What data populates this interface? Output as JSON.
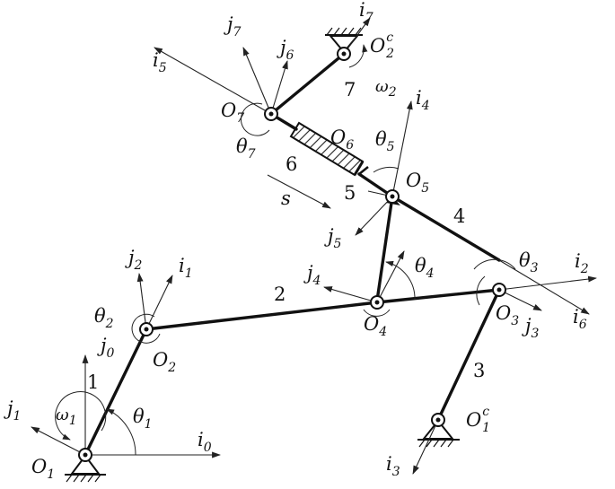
{
  "figure": {
    "labels": {
      "O1": {
        "base": "O",
        "sub": "1"
      },
      "O2": {
        "base": "O",
        "sub": "2"
      },
      "O3": {
        "base": "O",
        "sub": "3"
      },
      "O4": {
        "base": "O",
        "sub": "4"
      },
      "O5": {
        "base": "O",
        "sub": "5"
      },
      "O6": {
        "base": "O",
        "sub": "6"
      },
      "O7": {
        "base": "O",
        "sub": "7"
      },
      "O1c": {
        "base": "O",
        "sub": "1",
        "sup": "c"
      },
      "O2c": {
        "base": "O",
        "sub": "2",
        "sup": "c"
      },
      "i0": {
        "base": "i",
        "sub": "0"
      },
      "i1": {
        "base": "i",
        "sub": "1"
      },
      "i2": {
        "base": "i",
        "sub": "2"
      },
      "i3": {
        "base": "i",
        "sub": "3"
      },
      "i4": {
        "base": "i",
        "sub": "4"
      },
      "i5": {
        "base": "i",
        "sub": "5"
      },
      "i6": {
        "base": "i",
        "sub": "6"
      },
      "i7": {
        "base": "i",
        "sub": "7"
      },
      "j0": {
        "base": "j",
        "sub": "0"
      },
      "j1": {
        "base": "j",
        "sub": "1"
      },
      "j2": {
        "base": "j",
        "sub": "2"
      },
      "j3": {
        "base": "j",
        "sub": "3"
      },
      "j4": {
        "base": "j",
        "sub": "4"
      },
      "j5": {
        "base": "j",
        "sub": "5"
      },
      "j6": {
        "base": "j",
        "sub": "6"
      },
      "j7": {
        "base": "j",
        "sub": "7"
      },
      "theta1": {
        "base": "θ",
        "sub": "1"
      },
      "theta2": {
        "base": "θ",
        "sub": "2"
      },
      "theta3": {
        "base": "θ",
        "sub": "3"
      },
      "theta4": {
        "base": "θ",
        "sub": "4"
      },
      "theta5": {
        "base": "θ",
        "sub": "5"
      },
      "theta7": {
        "base": "θ",
        "sub": "7"
      },
      "omega1": {
        "base": "ω",
        "sub": "1"
      },
      "omega2": {
        "base": "ω",
        "sub": "2"
      },
      "s": {
        "base": "s",
        "sub": ""
      }
    },
    "link_numbers": [
      "1",
      "2",
      "3",
      "4",
      "5",
      "6",
      "7"
    ]
  }
}
